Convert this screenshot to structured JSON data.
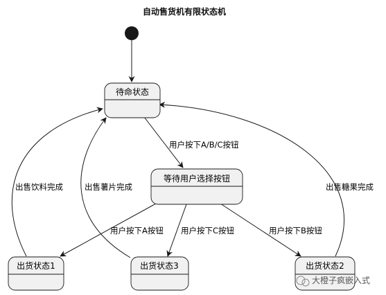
{
  "title": "自动售货机有限状态机",
  "states": {
    "idle": "待命状态",
    "waiting": "等待用户选择按钮",
    "dispense1": "出货状态1",
    "dispense3": "出货状态3",
    "dispense2": "出货状态2"
  },
  "transitions": {
    "idle_to_waiting": "用户按下A/B/C按钮",
    "waiting_to_dispense1": "用户按下A按钮",
    "waiting_to_dispense3": "用户按下C按钮",
    "waiting_to_dispense2": "用户按下B按钮",
    "dispense1_to_idle": "出售饮料完成",
    "dispense3_to_idle": "出售薯片完成",
    "dispense2_to_idle": "出售糖果完成"
  },
  "watermark": {
    "text": "大橙子疯嵌入式"
  },
  "colors": {
    "state_fill": "#f1f1f1",
    "stroke": "#181818",
    "initial_dot": "#181818"
  }
}
